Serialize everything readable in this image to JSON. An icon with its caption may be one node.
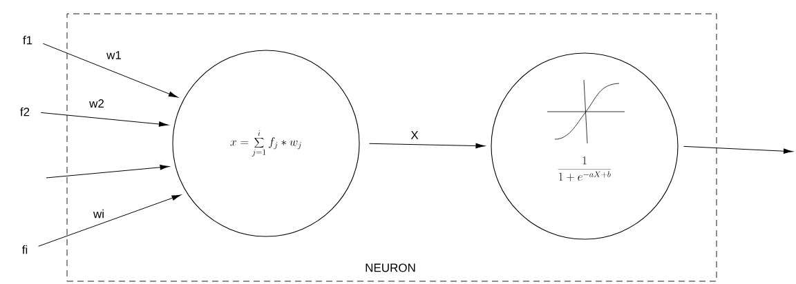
{
  "diagram": {
    "nodes": [
      {
        "text": [
          "NEURON"
        ]
      },
      {
        "text": [
          "f1"
        ]
      },
      {
        "text": [
          "f2"
        ]
      },
      {
        "text": [
          "fi"
        ]
      },
      {
        "text": [
          "x = \\sum_{j=1}^{i} f_j * w_j"
        ],
        "in": 0
      },
      {
        "text": [
          "\\frac{1}{1+e^{-aX+b}}"
        ],
        "in": 0
      }
    ],
    "edges": [
      {
        "from": 1,
        "to": 4,
        "arrow": "to",
        "label": "w1"
      },
      {
        "from": 2,
        "to": 4,
        "arrow": "to",
        "label": "w2"
      },
      {
        "from": null,
        "to": 4,
        "arrow": "to"
      },
      {
        "from": 3,
        "to": 4,
        "arrow": "to",
        "label": "wi"
      },
      {
        "from": 4,
        "to": 5,
        "arrow": "to",
        "label": "X"
      },
      {
        "from": 5,
        "to": null,
        "arrow": "to"
      }
    ]
  }
}
